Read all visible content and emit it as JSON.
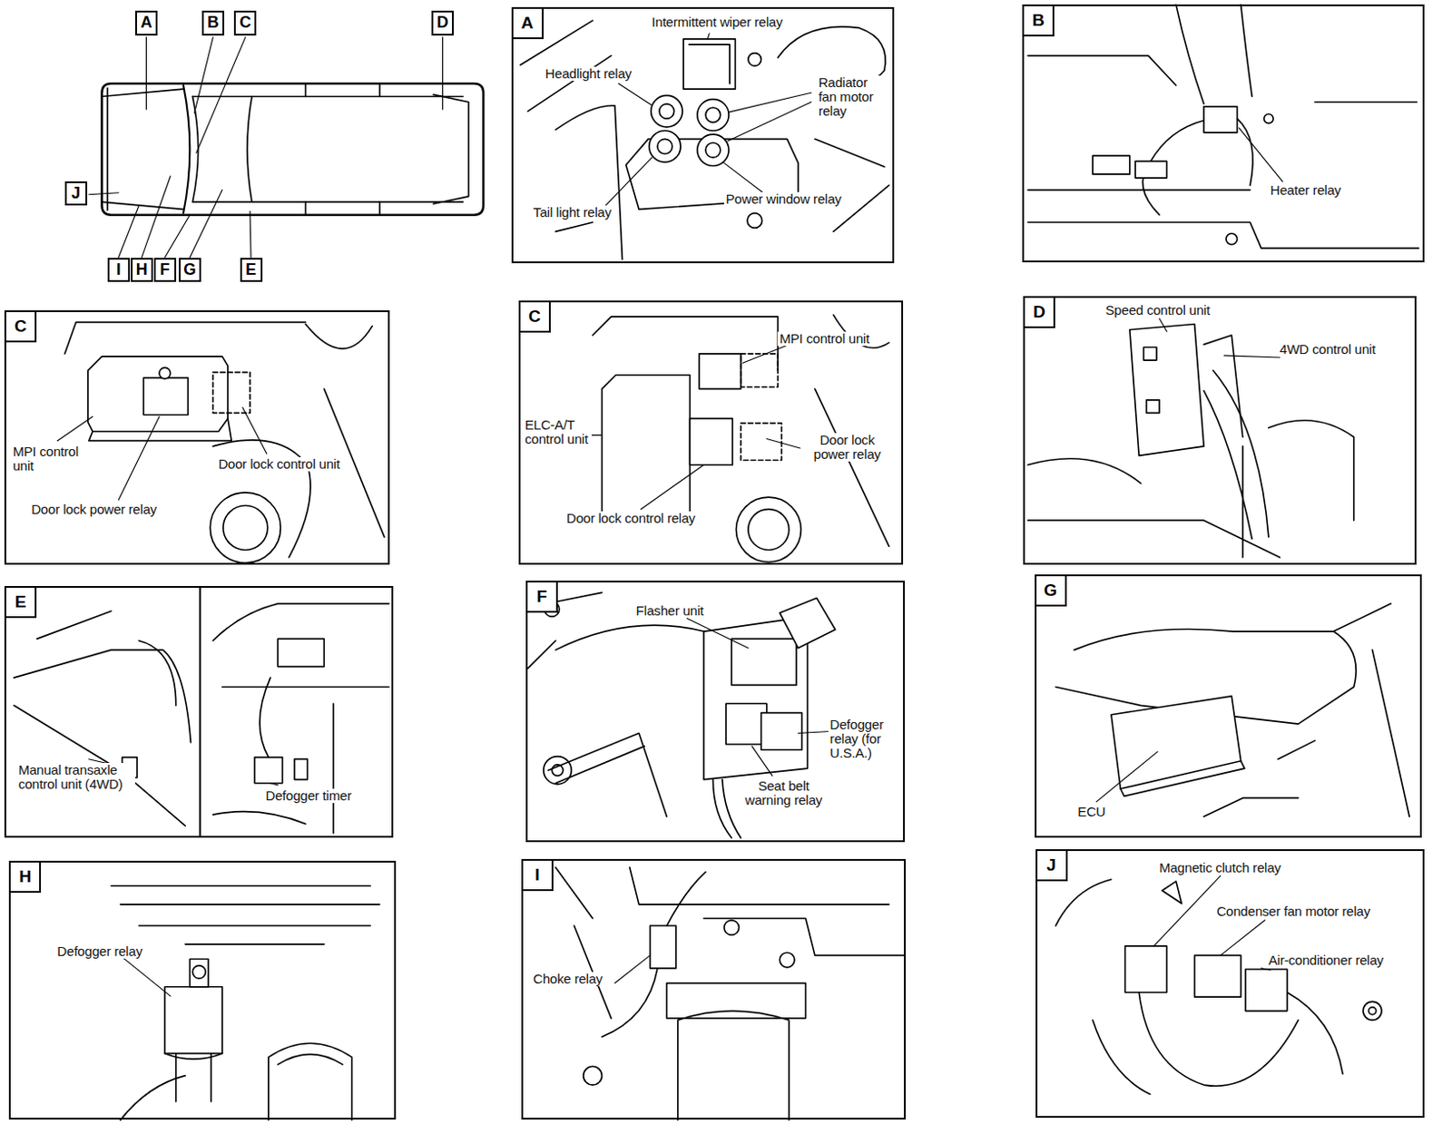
{
  "diagram": {
    "nodes": [
      {
        "text": [
          "A"
        ]
      },
      {
        "text": [
          "B"
        ]
      },
      {
        "text": [
          "C"
        ]
      },
      {
        "text": [
          "D"
        ]
      },
      {
        "text": [
          "J"
        ]
      },
      {
        "text": [
          "I"
        ]
      },
      {
        "text": [
          "H"
        ]
      },
      {
        "text": [
          "F"
        ]
      },
      {
        "text": [
          "G"
        ]
      },
      {
        "text": [
          "E"
        ]
      },
      {
        "text": [
          "A",
          "Intermittent wiper relay",
          "Headlight relay",
          "Radiator fan motor relay",
          "Tail light relay",
          "Power window relay"
        ]
      },
      {
        "text": [
          "B",
          "Heater relay"
        ]
      },
      {
        "text": [
          "C",
          "MPI control unit",
          "Door lock control unit",
          "Door lock power relay"
        ]
      },
      {
        "text": [
          "C",
          "MPI control unit",
          "ELC-A/T control unit",
          "Door lock power relay",
          "Door lock control relay"
        ]
      },
      {
        "text": [
          "D",
          "Speed control unit",
          "4WD control unit"
        ]
      },
      {
        "text": [
          "E",
          "Manual transaxle control unit (4WD)",
          "Defogger timer"
        ]
      },
      {
        "text": [
          "F",
          "Flasher unit",
          "Defogger relay (for U.S.A.)",
          "Seat belt warning relay"
        ]
      },
      {
        "text": [
          "G",
          "ECU"
        ]
      },
      {
        "text": [
          "H",
          "Defogger relay"
        ]
      },
      {
        "text": [
          "I",
          "Choke relay"
        ]
      },
      {
        "text": [
          "J",
          "Magnetic clutch relay",
          "Condenser fan motor relay",
          "Air-conditioner relay"
        ]
      }
    ]
  }
}
